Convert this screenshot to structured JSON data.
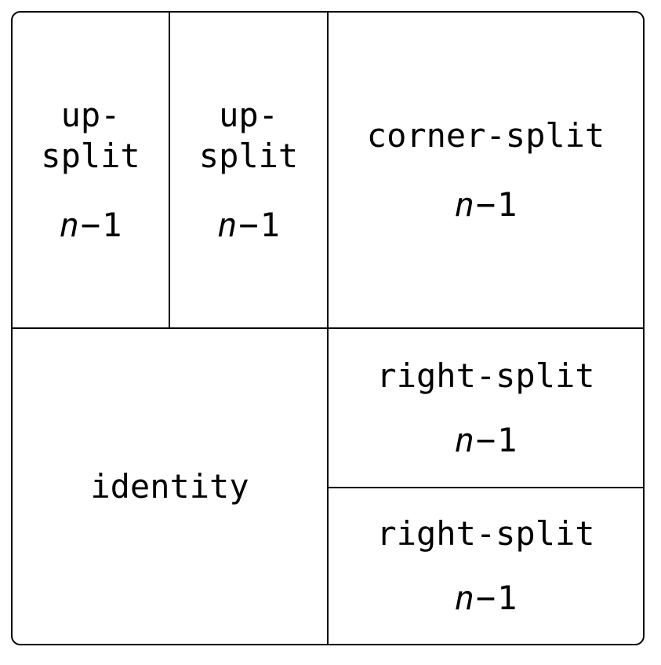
{
  "diagram": {
    "cells": {
      "up_split_left": {
        "label": "up-\nsplit",
        "var": "n",
        "op": "−",
        "num": "1"
      },
      "up_split_right": {
        "label": "up-\nsplit",
        "var": "n",
        "op": "−",
        "num": "1"
      },
      "corner_split": {
        "label": "corner-split",
        "var": "n",
        "op": "−",
        "num": "1"
      },
      "identity": {
        "label": "identity"
      },
      "right_split_top": {
        "label": "right-split",
        "var": "n",
        "op": "−",
        "num": "1"
      },
      "right_split_bottom": {
        "label": "right-split",
        "var": "n",
        "op": "−",
        "num": "1"
      }
    }
  }
}
